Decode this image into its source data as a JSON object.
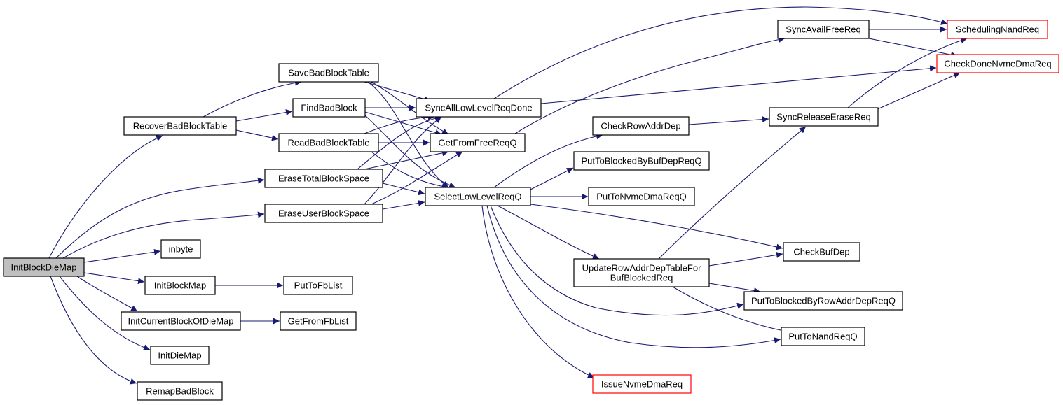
{
  "graph": {
    "root": "InitBlockDieMap",
    "edge_color": "#191970",
    "truncated_border_color": "#ff0000",
    "root_fill_color": "#bfbfbf",
    "nodes": [
      {
        "id": "InitBlockDieMap",
        "lines": [
          "InitBlockDieMap"
        ],
        "root": true
      },
      {
        "id": "RecoverBadBlockTable",
        "lines": [
          "RecoverBadBlockTable"
        ]
      },
      {
        "id": "EraseTotalBlockSpace",
        "lines": [
          "EraseTotalBlockSpace"
        ]
      },
      {
        "id": "EraseUserBlockSpace",
        "lines": [
          "EraseUserBlockSpace"
        ]
      },
      {
        "id": "inbyte",
        "lines": [
          "inbyte"
        ]
      },
      {
        "id": "InitBlockMap",
        "lines": [
          "InitBlockMap"
        ]
      },
      {
        "id": "InitCurrentBlockOfDieMap",
        "lines": [
          "InitCurrentBlockOfDieMap"
        ]
      },
      {
        "id": "InitDieMap",
        "lines": [
          "InitDieMap"
        ]
      },
      {
        "id": "RemapBadBlock",
        "lines": [
          "RemapBadBlock"
        ]
      },
      {
        "id": "SaveBadBlockTable",
        "lines": [
          "SaveBadBlockTable"
        ]
      },
      {
        "id": "FindBadBlock",
        "lines": [
          "FindBadBlock"
        ]
      },
      {
        "id": "ReadBadBlockTable",
        "lines": [
          "ReadBadBlockTable"
        ]
      },
      {
        "id": "PutToFbList",
        "lines": [
          "PutToFbList"
        ]
      },
      {
        "id": "GetFromFbList",
        "lines": [
          "GetFromFbList"
        ]
      },
      {
        "id": "SyncAllLowLevelReqDone",
        "lines": [
          "SyncAllLowLevelReqDone"
        ]
      },
      {
        "id": "GetFromFreeReqQ",
        "lines": [
          "GetFromFreeReqQ"
        ]
      },
      {
        "id": "SelectLowLevelReqQ",
        "lines": [
          "SelectLowLevelReqQ"
        ]
      },
      {
        "id": "CheckRowAddrDep",
        "lines": [
          "CheckRowAddrDep"
        ]
      },
      {
        "id": "PutToBlockedByBufDepReqQ",
        "lines": [
          "PutToBlockedByBufDepReqQ"
        ]
      },
      {
        "id": "PutToNvmeDmaReqQ",
        "lines": [
          "PutToNvmeDmaReqQ"
        ]
      },
      {
        "id": "UpdateRowAddrDepTableForBufBlockedReq",
        "lines": [
          "UpdateRowAddrDepTableFor",
          "BufBlockedReq"
        ]
      },
      {
        "id": "IssueNvmeDmaReq",
        "lines": [
          "IssueNvmeDmaReq"
        ],
        "truncated": true
      },
      {
        "id": "SyncAvailFreeReq",
        "lines": [
          "SyncAvailFreeReq"
        ]
      },
      {
        "id": "SyncReleaseEraseReq",
        "lines": [
          "SyncReleaseEraseReq"
        ]
      },
      {
        "id": "CheckBufDep",
        "lines": [
          "CheckBufDep"
        ]
      },
      {
        "id": "PutToBlockedByRowAddrDepReqQ",
        "lines": [
          "PutToBlockedByRowAddrDepReqQ"
        ]
      },
      {
        "id": "PutToNandReqQ",
        "lines": [
          "PutToNandReqQ"
        ]
      },
      {
        "id": "SchedulingNandReq",
        "lines": [
          "SchedulingNandReq"
        ],
        "truncated": true
      },
      {
        "id": "CheckDoneNvmeDmaReq",
        "lines": [
          "CheckDoneNvmeDmaReq"
        ],
        "truncated": true
      }
    ],
    "edges": [
      [
        "InitBlockDieMap",
        "RecoverBadBlockTable"
      ],
      [
        "InitBlockDieMap",
        "EraseTotalBlockSpace"
      ],
      [
        "InitBlockDieMap",
        "EraseUserBlockSpace"
      ],
      [
        "InitBlockDieMap",
        "inbyte"
      ],
      [
        "InitBlockDieMap",
        "InitBlockMap"
      ],
      [
        "InitBlockDieMap",
        "InitCurrentBlockOfDieMap"
      ],
      [
        "InitBlockDieMap",
        "InitDieMap"
      ],
      [
        "InitBlockDieMap",
        "RemapBadBlock"
      ],
      [
        "RecoverBadBlockTable",
        "SaveBadBlockTable"
      ],
      [
        "RecoverBadBlockTable",
        "FindBadBlock"
      ],
      [
        "RecoverBadBlockTable",
        "ReadBadBlockTable"
      ],
      [
        "SaveBadBlockTable",
        "SyncAllLowLevelReqDone"
      ],
      [
        "SaveBadBlockTable",
        "GetFromFreeReqQ"
      ],
      [
        "SaveBadBlockTable",
        "SelectLowLevelReqQ"
      ],
      [
        "FindBadBlock",
        "SyncAllLowLevelReqDone"
      ],
      [
        "FindBadBlock",
        "GetFromFreeReqQ"
      ],
      [
        "FindBadBlock",
        "SelectLowLevelReqQ"
      ],
      [
        "ReadBadBlockTable",
        "SyncAllLowLevelReqDone"
      ],
      [
        "ReadBadBlockTable",
        "GetFromFreeReqQ"
      ],
      [
        "ReadBadBlockTable",
        "SelectLowLevelReqQ"
      ],
      [
        "EraseTotalBlockSpace",
        "SyncAllLowLevelReqDone"
      ],
      [
        "EraseTotalBlockSpace",
        "GetFromFreeReqQ"
      ],
      [
        "EraseTotalBlockSpace",
        "SelectLowLevelReqQ"
      ],
      [
        "EraseUserBlockSpace",
        "SyncAllLowLevelReqDone"
      ],
      [
        "EraseUserBlockSpace",
        "GetFromFreeReqQ"
      ],
      [
        "EraseUserBlockSpace",
        "SelectLowLevelReqQ"
      ],
      [
        "InitBlockMap",
        "PutToFbList"
      ],
      [
        "InitCurrentBlockOfDieMap",
        "GetFromFbList"
      ],
      [
        "SyncAllLowLevelReqDone",
        "SchedulingNandReq"
      ],
      [
        "SyncAllLowLevelReqDone",
        "CheckDoneNvmeDmaReq"
      ],
      [
        "GetFromFreeReqQ",
        "SyncAvailFreeReq"
      ],
      [
        "SelectLowLevelReqQ",
        "CheckRowAddrDep"
      ],
      [
        "SelectLowLevelReqQ",
        "PutToBlockedByBufDepReqQ"
      ],
      [
        "SelectLowLevelReqQ",
        "PutToNvmeDmaReqQ"
      ],
      [
        "SelectLowLevelReqQ",
        "UpdateRowAddrDepTableForBufBlockedReq"
      ],
      [
        "SelectLowLevelReqQ",
        "CheckBufDep"
      ],
      [
        "SelectLowLevelReqQ",
        "PutToBlockedByRowAddrDepReqQ"
      ],
      [
        "SelectLowLevelReqQ",
        "PutToNandReqQ"
      ],
      [
        "SelectLowLevelReqQ",
        "IssueNvmeDmaReq"
      ],
      [
        "SyncAvailFreeReq",
        "SchedulingNandReq"
      ],
      [
        "SyncAvailFreeReq",
        "CheckDoneNvmeDmaReq"
      ],
      [
        "CheckRowAddrDep",
        "SyncReleaseEraseReq"
      ],
      [
        "UpdateRowAddrDepTableForBufBlockedReq",
        "SyncReleaseEraseReq"
      ],
      [
        "UpdateRowAddrDepTableForBufBlockedReq",
        "CheckBufDep"
      ],
      [
        "UpdateRowAddrDepTableForBufBlockedReq",
        "PutToBlockedByRowAddrDepReqQ"
      ],
      [
        "UpdateRowAddrDepTableForBufBlockedReq",
        "PutToNandReqQ"
      ],
      [
        "SyncReleaseEraseReq",
        "SchedulingNandReq"
      ],
      [
        "SyncReleaseEraseReq",
        "CheckDoneNvmeDmaReq"
      ]
    ]
  }
}
